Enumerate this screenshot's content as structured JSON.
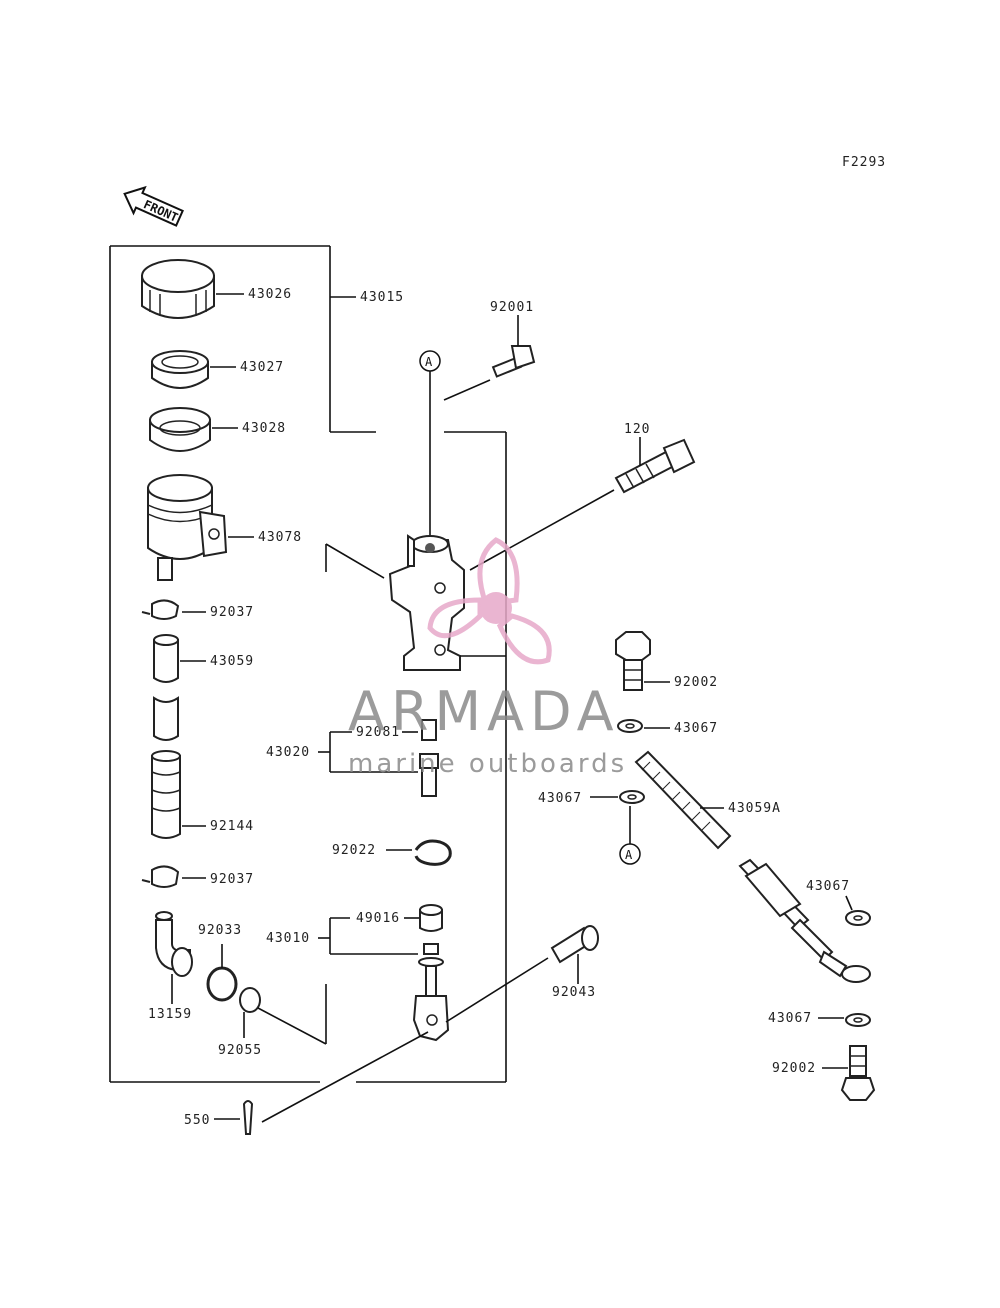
{
  "figure_code": "F2293",
  "front_label": "FRONT",
  "callout_a": "A",
  "parts": {
    "p43026": "43026",
    "p43015": "43015",
    "p92001": "92001",
    "p43027": "43027",
    "p43028": "43028",
    "p120": "120",
    "p43078": "43078",
    "p92037a": "92037",
    "p43059": "43059",
    "p92002a": "92002",
    "p43067a": "43067",
    "p92081": "92081",
    "p43020": "43020",
    "p43067b": "43067",
    "p43059A": "43059A",
    "p92144": "92144",
    "p92022": "92022",
    "p92037b": "92037",
    "p43067c": "43067",
    "p49016": "49016",
    "p92033": "92033",
    "p43010": "43010",
    "p92043": "92043",
    "p13159": "13159",
    "p43067d": "43067",
    "p92055": "92055",
    "p92002b": "92002",
    "p550": "550"
  },
  "watermark": {
    "brand": "ARMADA",
    "tagline": "marine outboards",
    "color_pink": "#e7a9c9",
    "color_gray": "#8a8a8a"
  }
}
